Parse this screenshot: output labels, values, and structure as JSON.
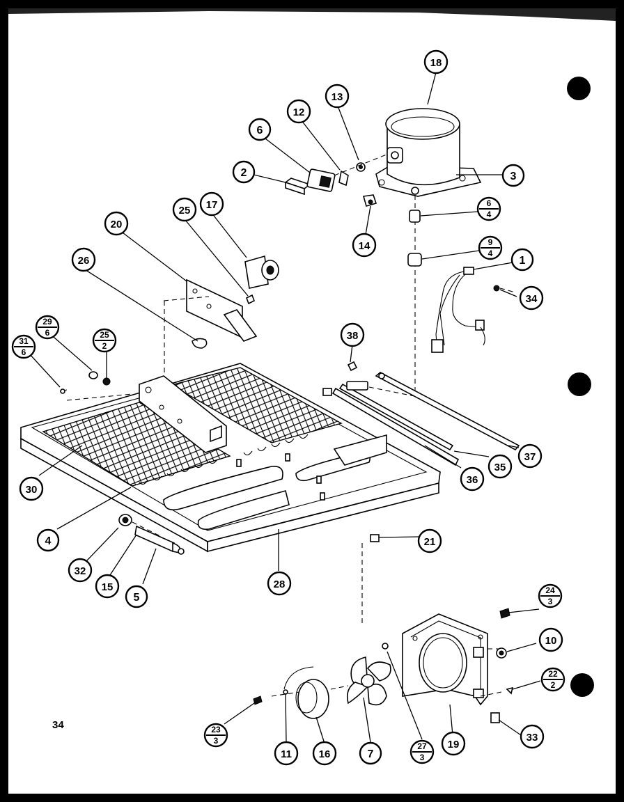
{
  "page": {
    "number": "34"
  },
  "callouts": [
    {
      "id": "c1",
      "label": "1"
    },
    {
      "id": "c2",
      "label": "2"
    },
    {
      "id": "c3",
      "label": "3"
    },
    {
      "id": "c4",
      "label": "4"
    },
    {
      "id": "c5",
      "label": "5"
    },
    {
      "id": "c6",
      "label": "6"
    },
    {
      "id": "c7",
      "label": "7"
    },
    {
      "id": "c10",
      "label": "10"
    },
    {
      "id": "c11",
      "label": "11"
    },
    {
      "id": "c12",
      "label": "12"
    },
    {
      "id": "c13",
      "label": "13"
    },
    {
      "id": "c14",
      "label": "14"
    },
    {
      "id": "c15",
      "label": "15"
    },
    {
      "id": "c16",
      "label": "16"
    },
    {
      "id": "c17",
      "label": "17"
    },
    {
      "id": "c18",
      "label": "18"
    },
    {
      "id": "c19",
      "label": "19"
    },
    {
      "id": "c20",
      "label": "20"
    },
    {
      "id": "c21",
      "label": "21"
    },
    {
      "id": "c25",
      "label": "25"
    },
    {
      "id": "c26",
      "label": "26"
    },
    {
      "id": "c28",
      "label": "28"
    },
    {
      "id": "c30",
      "label": "30"
    },
    {
      "id": "c32",
      "label": "32"
    },
    {
      "id": "c33",
      "label": "33"
    },
    {
      "id": "c34",
      "label": "34"
    },
    {
      "id": "c35",
      "label": "35"
    },
    {
      "id": "c36",
      "label": "36"
    },
    {
      "id": "c37",
      "label": "37"
    },
    {
      "id": "c38",
      "label": "38"
    }
  ],
  "fraction_callouts": [
    {
      "id": "f6_4",
      "top": "6",
      "bottom": "4"
    },
    {
      "id": "f9_4",
      "top": "9",
      "bottom": "4"
    },
    {
      "id": "f29_6",
      "top": "29",
      "bottom": "6"
    },
    {
      "id": "f25_2",
      "top": "25",
      "bottom": "2"
    },
    {
      "id": "f31_6",
      "top": "31",
      "bottom": "6"
    },
    {
      "id": "f24_3",
      "top": "24",
      "bottom": "3"
    },
    {
      "id": "f22_2",
      "top": "22",
      "bottom": "2"
    },
    {
      "id": "f23_3",
      "top": "23",
      "bottom": "3"
    },
    {
      "id": "f27_3",
      "top": "27",
      "bottom": "3"
    }
  ]
}
